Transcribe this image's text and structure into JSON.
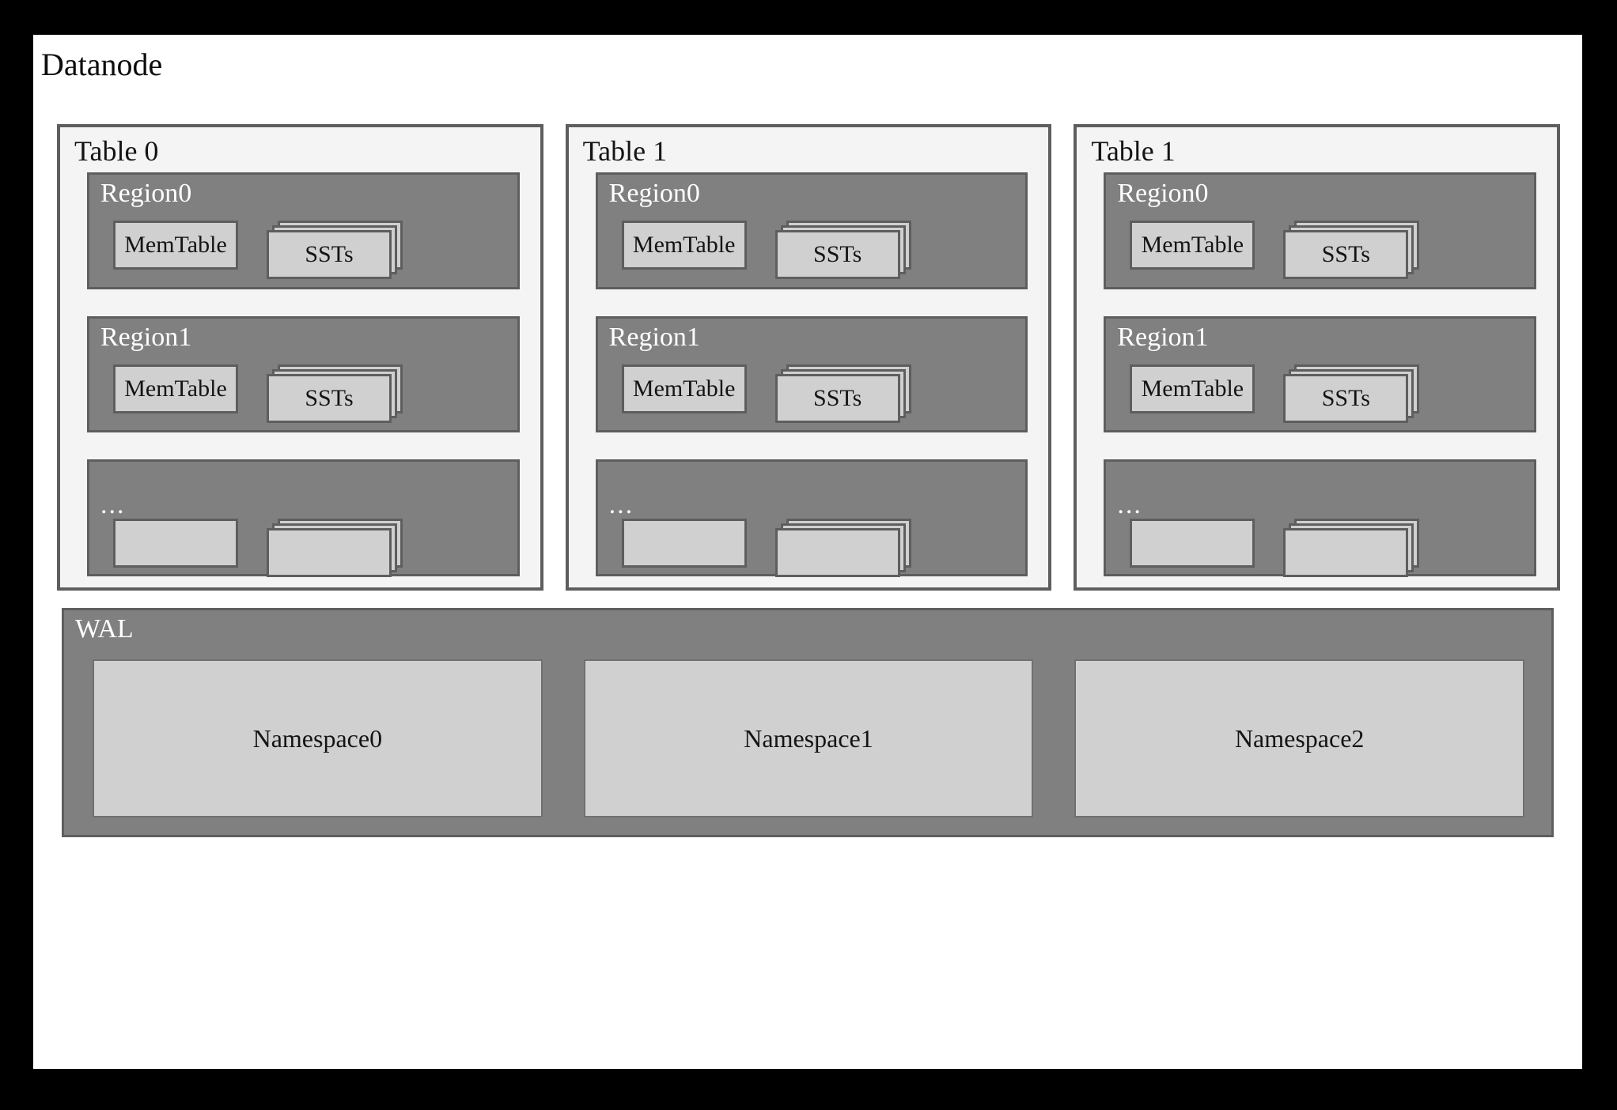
{
  "diagram": {
    "title": "Datanode",
    "colors": {
      "frame": "#000000",
      "canvas": "#ffffff",
      "table_bg": "#f4f4f4",
      "region_bg": "#808080",
      "card_bg": "#d0d0d0",
      "border": "#5e5e5e",
      "label_dark": "#141414",
      "label_light": "#ffffff"
    },
    "tables": [
      {
        "label": "Table 0",
        "regions": [
          {
            "label": "Region0",
            "memtable": "MemTable",
            "sst": "SSTs",
            "sst_layers": 3
          },
          {
            "label": "Region1",
            "memtable": "MemTable",
            "sst": "SSTs",
            "sst_layers": 3
          },
          {
            "label": "...",
            "memtable": "",
            "sst": "",
            "sst_layers": 3
          }
        ]
      },
      {
        "label": "Table 1",
        "regions": [
          {
            "label": "Region0",
            "memtable": "MemTable",
            "sst": "SSTs",
            "sst_layers": 3
          },
          {
            "label": "Region1",
            "memtable": "MemTable",
            "sst": "SSTs",
            "sst_layers": 3
          },
          {
            "label": "...",
            "memtable": "",
            "sst": "",
            "sst_layers": 3
          }
        ]
      },
      {
        "label": "Table 1",
        "regions": [
          {
            "label": "Region0",
            "memtable": "MemTable",
            "sst": "SSTs",
            "sst_layers": 3
          },
          {
            "label": "Region1",
            "memtable": "MemTable",
            "sst": "SSTs",
            "sst_layers": 3
          },
          {
            "label": "...",
            "memtable": "",
            "sst": "",
            "sst_layers": 3
          }
        ]
      }
    ],
    "wal": {
      "label": "WAL",
      "namespaces": [
        "Namespace0",
        "Namespace1",
        "Namespace2"
      ]
    }
  }
}
